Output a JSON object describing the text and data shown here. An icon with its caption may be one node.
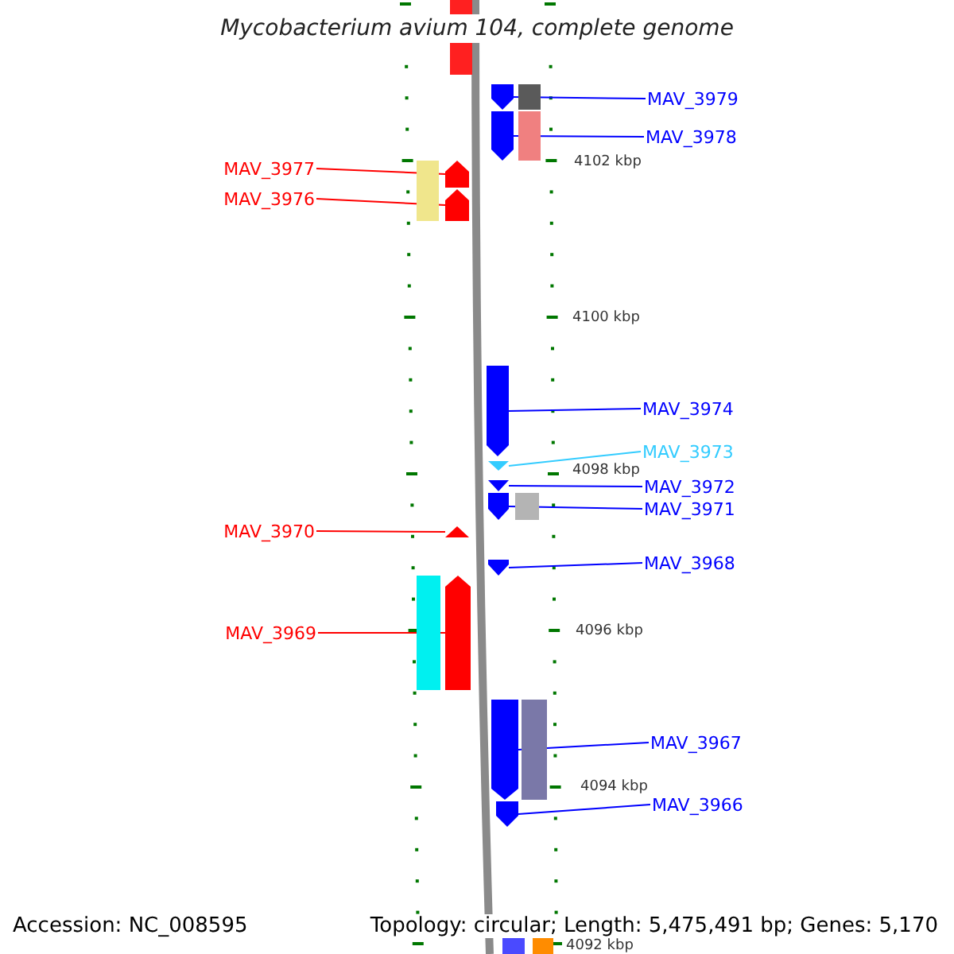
{
  "diagram": {
    "title": "Mycobacterium avium 104, complete genome",
    "nodes": [
      {
        "text": [],
        "shape": "bar"
      },
      {
        "text": [
          "MAV_3979"
        ]
      },
      {
        "text": [],
        "shape": "pentagon"
      },
      {
        "text": [],
        "shape": "bar"
      },
      {
        "text": [
          "MAV_3978"
        ]
      },
      {
        "text": [],
        "shape": "pentagon"
      },
      {
        "text": [],
        "shape": "bar"
      },
      {
        "text": [
          "MAV_3977"
        ]
      },
      {
        "text": [
          "MAV_3976"
        ]
      },
      {
        "text": [],
        "shape": "bar"
      },
      {
        "text": [],
        "shape": "pentagon"
      },
      {
        "text": [],
        "shape": "pentagon"
      },
      {
        "text": [
          "MAV_3974"
        ]
      },
      {
        "text": [],
        "shape": "pentagon"
      },
      {
        "text": [
          "MAV_3973"
        ]
      },
      {
        "text": [],
        "shape": "triangle"
      },
      {
        "text": [
          "MAV_3972"
        ]
      },
      {
        "text": [],
        "shape": "triangle"
      },
      {
        "text": [
          "MAV_3971"
        ]
      },
      {
        "text": [],
        "shape": "pentagon"
      },
      {
        "text": [],
        "shape": "bar"
      },
      {
        "text": [
          "MAV_3970"
        ]
      },
      {
        "text": [],
        "shape": "triangle"
      },
      {
        "text": [
          "MAV_3968"
        ]
      },
      {
        "text": [],
        "shape": "pentagon"
      },
      {
        "text": [
          "MAV_3969"
        ]
      },
      {
        "text": [],
        "shape": "bar"
      },
      {
        "text": [],
        "shape": "pentagon"
      },
      {
        "text": [
          "MAV_3967"
        ]
      },
      {
        "text": [],
        "shape": "pentagon"
      },
      {
        "text": [],
        "shape": "bar"
      },
      {
        "text": [
          "MAV_3966"
        ]
      },
      {
        "text": [],
        "shape": "pentagon"
      },
      {
        "text": [],
        "shape": "bar"
      },
      {
        "text": [],
        "shape": "bar"
      }
    ],
    "edges": [
      {
        "from": 1,
        "to": 2,
        "arrow": "none"
      },
      {
        "from": 4,
        "to": 5,
        "arrow": "none"
      },
      {
        "from": 7,
        "to": 10,
        "arrow": "none",
        "color": "#ff0000"
      },
      {
        "from": 8,
        "to": 11,
        "arrow": "none",
        "color": "#ff0000"
      },
      {
        "from": 12,
        "to": 13,
        "arrow": "none"
      },
      {
        "from": 14,
        "to": 15,
        "arrow": "none",
        "color": "#33ccff"
      },
      {
        "from": 16,
        "to": 17,
        "arrow": "none"
      },
      {
        "from": 18,
        "to": 19,
        "arrow": "none"
      },
      {
        "from": 21,
        "to": 22,
        "arrow": "none",
        "color": "#ff0000"
      },
      {
        "from": 23,
        "to": 24,
        "arrow": "none"
      },
      {
        "from": 25,
        "to": 27,
        "arrow": "none",
        "color": "#ff0000"
      },
      {
        "from": 28,
        "to": 29,
        "arrow": "none"
      },
      {
        "from": 31,
        "to": 32,
        "arrow": "none"
      }
    ],
    "labels": [
      "4102 kbp",
      "4100 kbp",
      "4098 kbp",
      "4096 kbp",
      "4094 kbp",
      "Accession: NC_008595",
      "Topology: circular; Length: 5,475,491 bp; Genes: 5,170",
      "4092 kbp"
    ]
  }
}
